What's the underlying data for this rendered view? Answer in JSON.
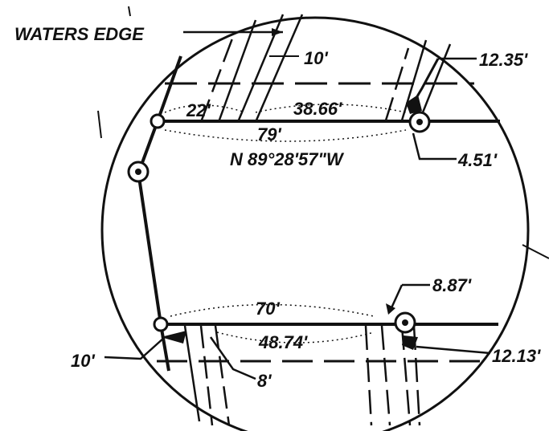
{
  "labels": {
    "waters_edge": "WATERS EDGE",
    "top_offset": "10'",
    "top_right": "12.35'",
    "top_left_segment": "22'",
    "top_right_segment": "38.66'",
    "top_total": "79'",
    "bearing": "N 89°28'57\"W",
    "right_offset_top": "4.51'",
    "bottom_right_offset": "8.87'",
    "bottom_total": "70'",
    "bottom_segment": "48.74'",
    "bottom_left_offset": "10'",
    "bottom_right": "12.13'",
    "bottom_small": "8'"
  }
}
